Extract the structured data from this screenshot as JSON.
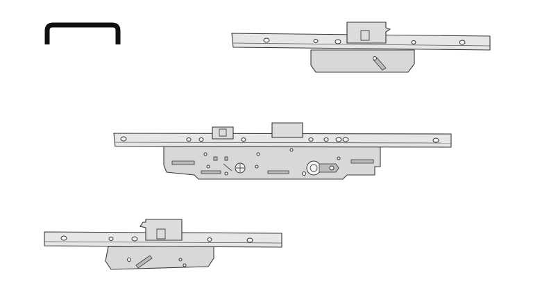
{
  "colors": {
    "background": "#ffffff",
    "line": "#111111",
    "metal_light": "#e6e6e6",
    "metal_dark": "#d8d8d8"
  },
  "icons": {
    "staple": "staple-keep-icon"
  },
  "parts": [
    {
      "name": "top-hook-lock-assembly"
    },
    {
      "name": "central-gearbox-assembly"
    },
    {
      "name": "bottom-hook-lock-assembly"
    }
  ]
}
